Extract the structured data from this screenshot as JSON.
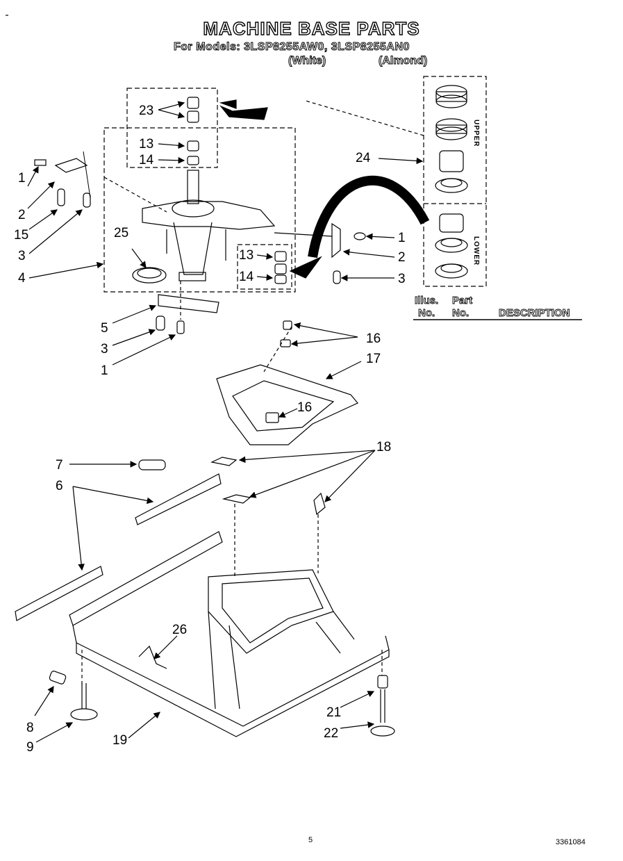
{
  "header": {
    "title": "MACHINE BASE PARTS",
    "subtitle": "For Models: 3LSP8255AW0, 3LSP8255AN0",
    "variant_white": "(White)",
    "variant_almond": "(Almond)"
  },
  "legend_table": {
    "col1_line1": "Illus.",
    "col1_line2": "No.",
    "col2_line1": "Part",
    "col2_line2": "No.",
    "col3": "DESCRIPTION"
  },
  "inset_labels": {
    "upper": "UPPER",
    "lower": "LOWER"
  },
  "callouts": {
    "c23": "23",
    "c13a": "13",
    "c14a": "14",
    "c1a": "1",
    "c2a": "2",
    "c15": "15",
    "c3a": "3",
    "c4": "4",
    "c25": "25",
    "c13b": "13",
    "c14b": "14",
    "c24": "24",
    "c1b": "1",
    "c2b": "2",
    "c3b": "3",
    "c5": "5",
    "c3c": "3",
    "c1c": "1",
    "c16a": "16",
    "c17": "17",
    "c16b": "16",
    "c7": "7",
    "c6": "6",
    "c18": "18",
    "c26": "26",
    "c8": "8",
    "c9": "9",
    "c19": "19",
    "c21": "21",
    "c22": "22"
  },
  "footer": {
    "page": "5",
    "doc_number": "3361084"
  }
}
